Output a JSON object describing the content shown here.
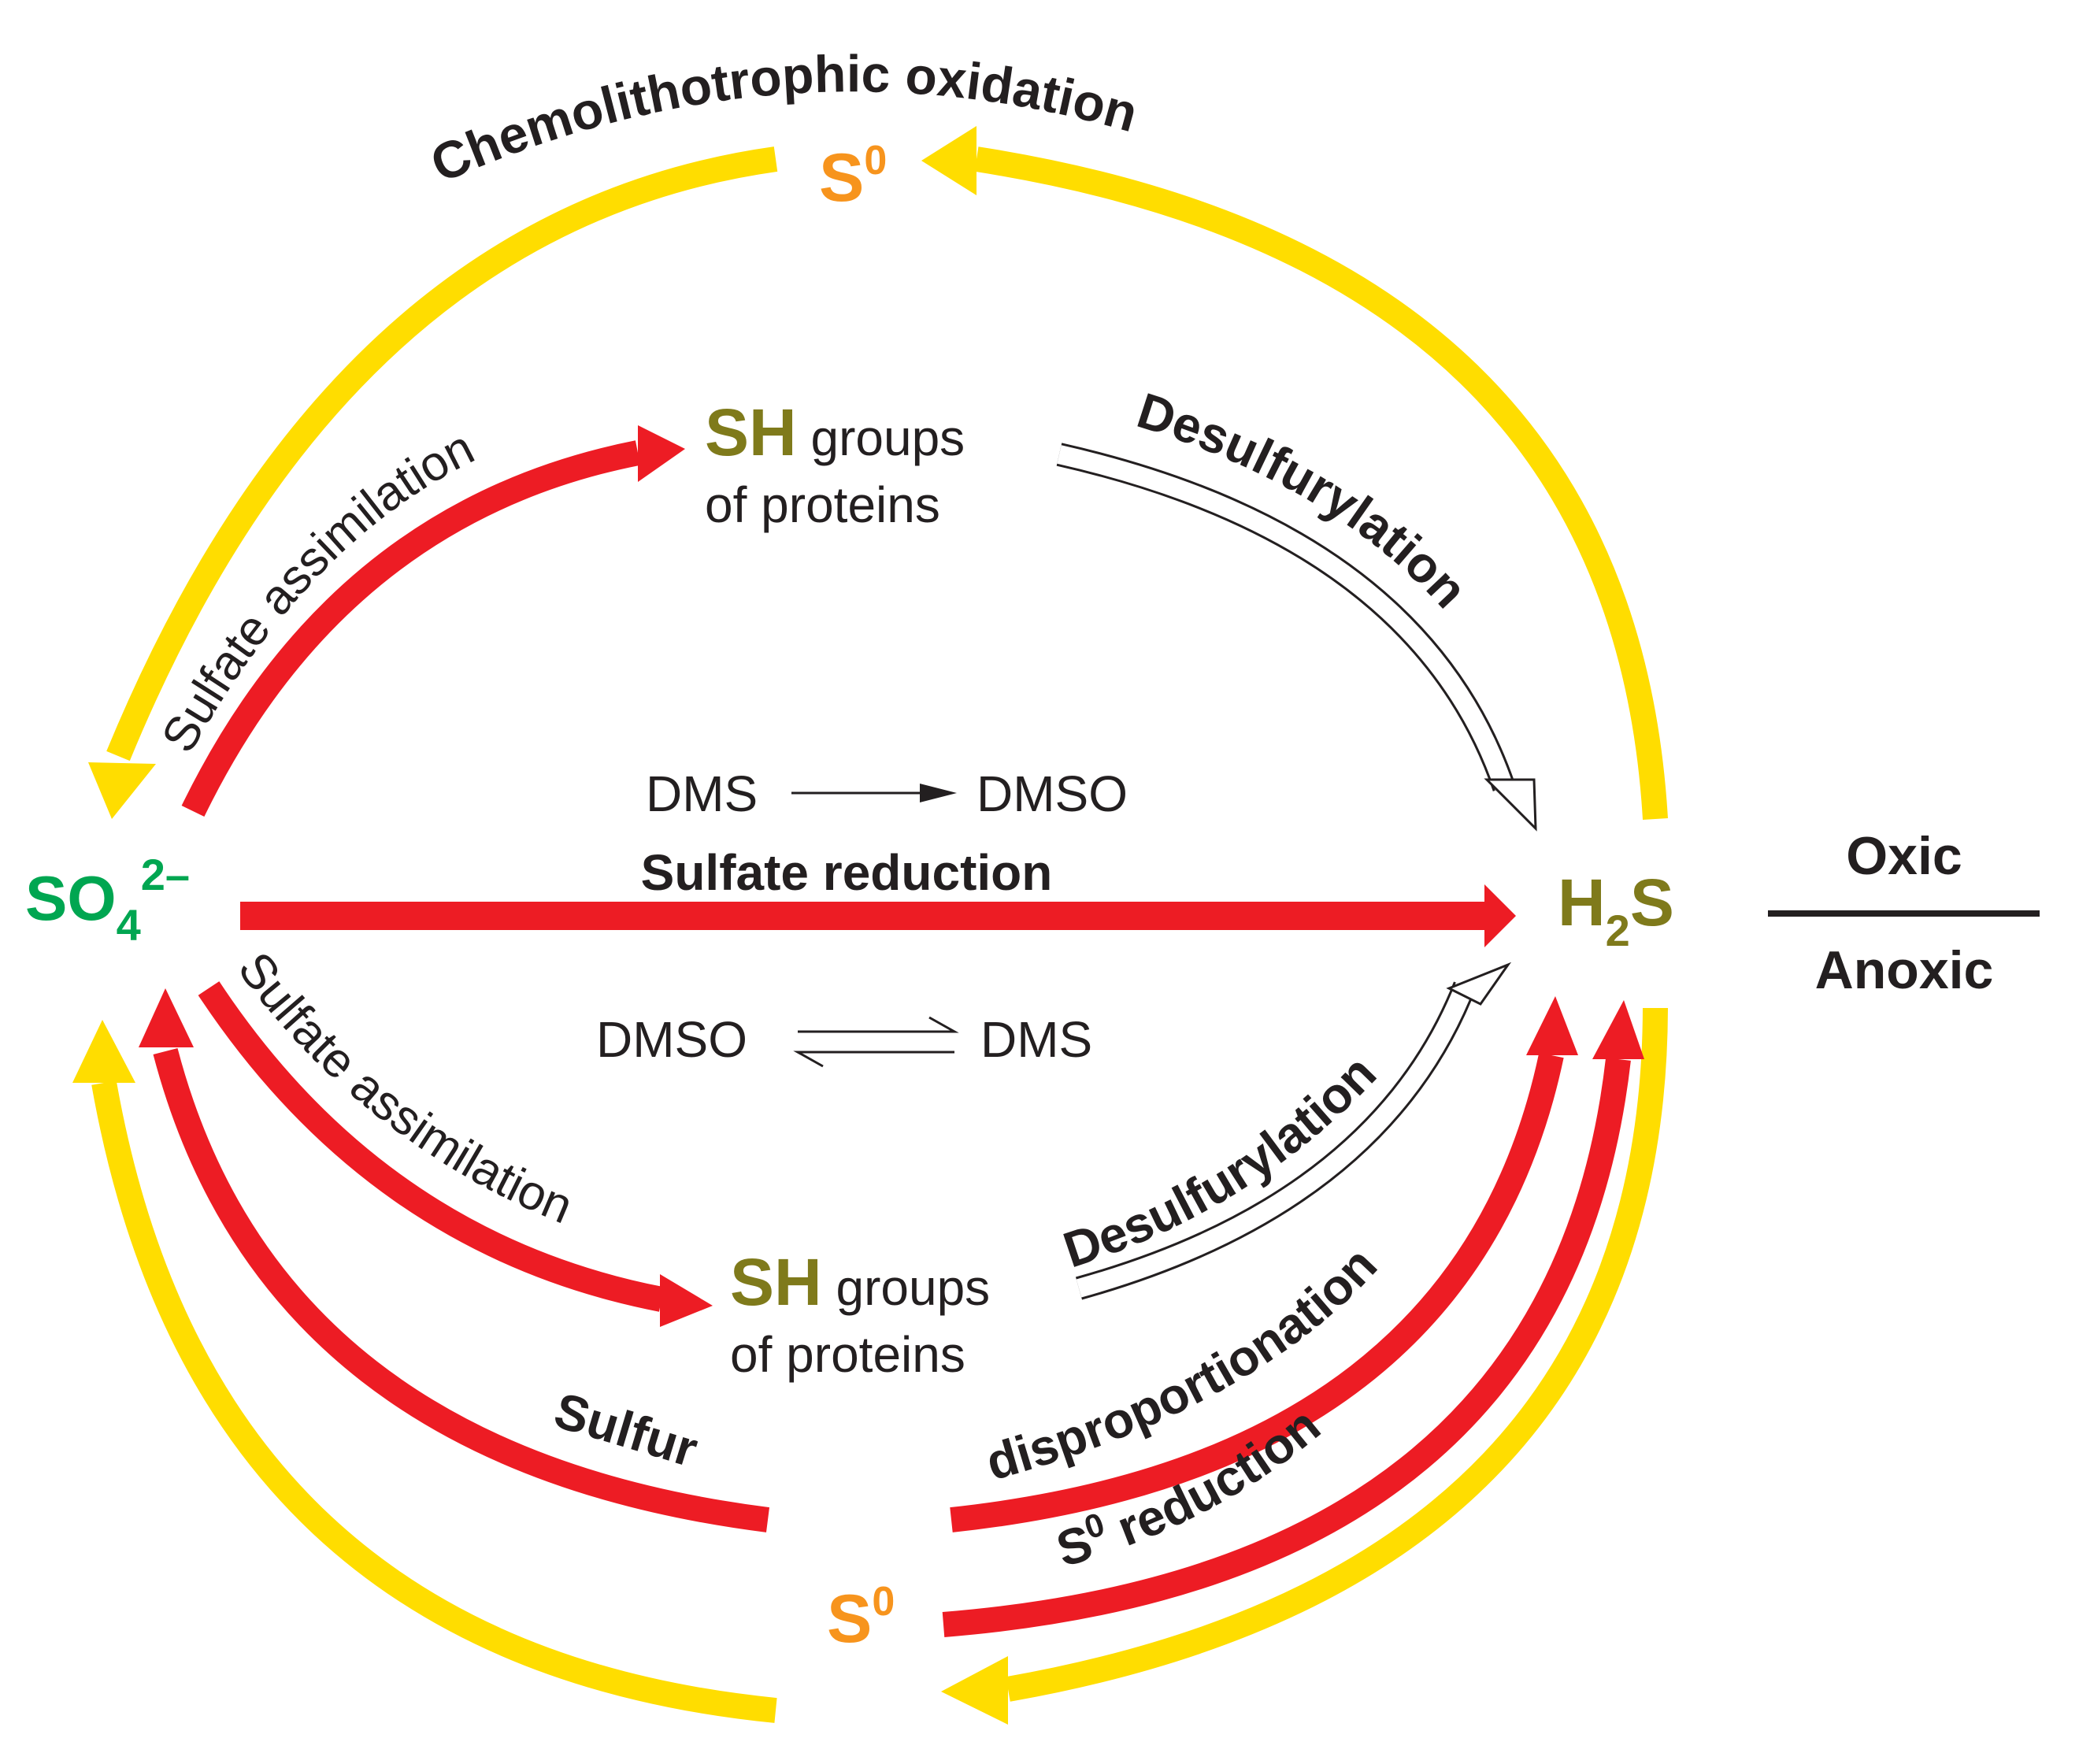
{
  "colors": {
    "yellow": "#ffdd00",
    "red": "#ed1c24",
    "green": "#00a651",
    "olive": "#7f7a1b",
    "orange": "#f7941d",
    "text": "#231f20"
  },
  "species": {
    "s0_top": {
      "base": "S",
      "sup": "0"
    },
    "s0_bottom": {
      "base": "S",
      "sup": "0"
    },
    "sulfate": {
      "base": "SO",
      "sub": "4",
      "sup": "2–"
    },
    "h2s": {
      "a": "H",
      "sub": "2",
      "b": "S"
    },
    "sh_top": {
      "sh": "SH",
      "rest": " groups",
      "line2": "of proteins"
    },
    "sh_bottom": {
      "sh": "SH",
      "rest": " groups",
      "line2": "of proteins"
    }
  },
  "processes": {
    "chemolitho": "Chemolithotrophic oxidation",
    "assim_top": "Sulfate assimilation",
    "assim_bottom": "Sulfate assimilation",
    "desulf_top": "Desulfurylation",
    "desulf_bottom": "Desulfurylation",
    "sulfate_reduction": "Sulfate reduction",
    "sulfur": "Sulfur",
    "disproportionation": "disproportionation",
    "s0_reduction": {
      "base": "S",
      "sup": "0",
      "rest": " reduction"
    }
  },
  "dms": {
    "top_left": "DMS",
    "top_right": "DMSO",
    "bottom_left": "DMSO",
    "bottom_right": "DMS"
  },
  "zones": {
    "oxic": "Oxic",
    "anoxic": "Anoxic"
  }
}
